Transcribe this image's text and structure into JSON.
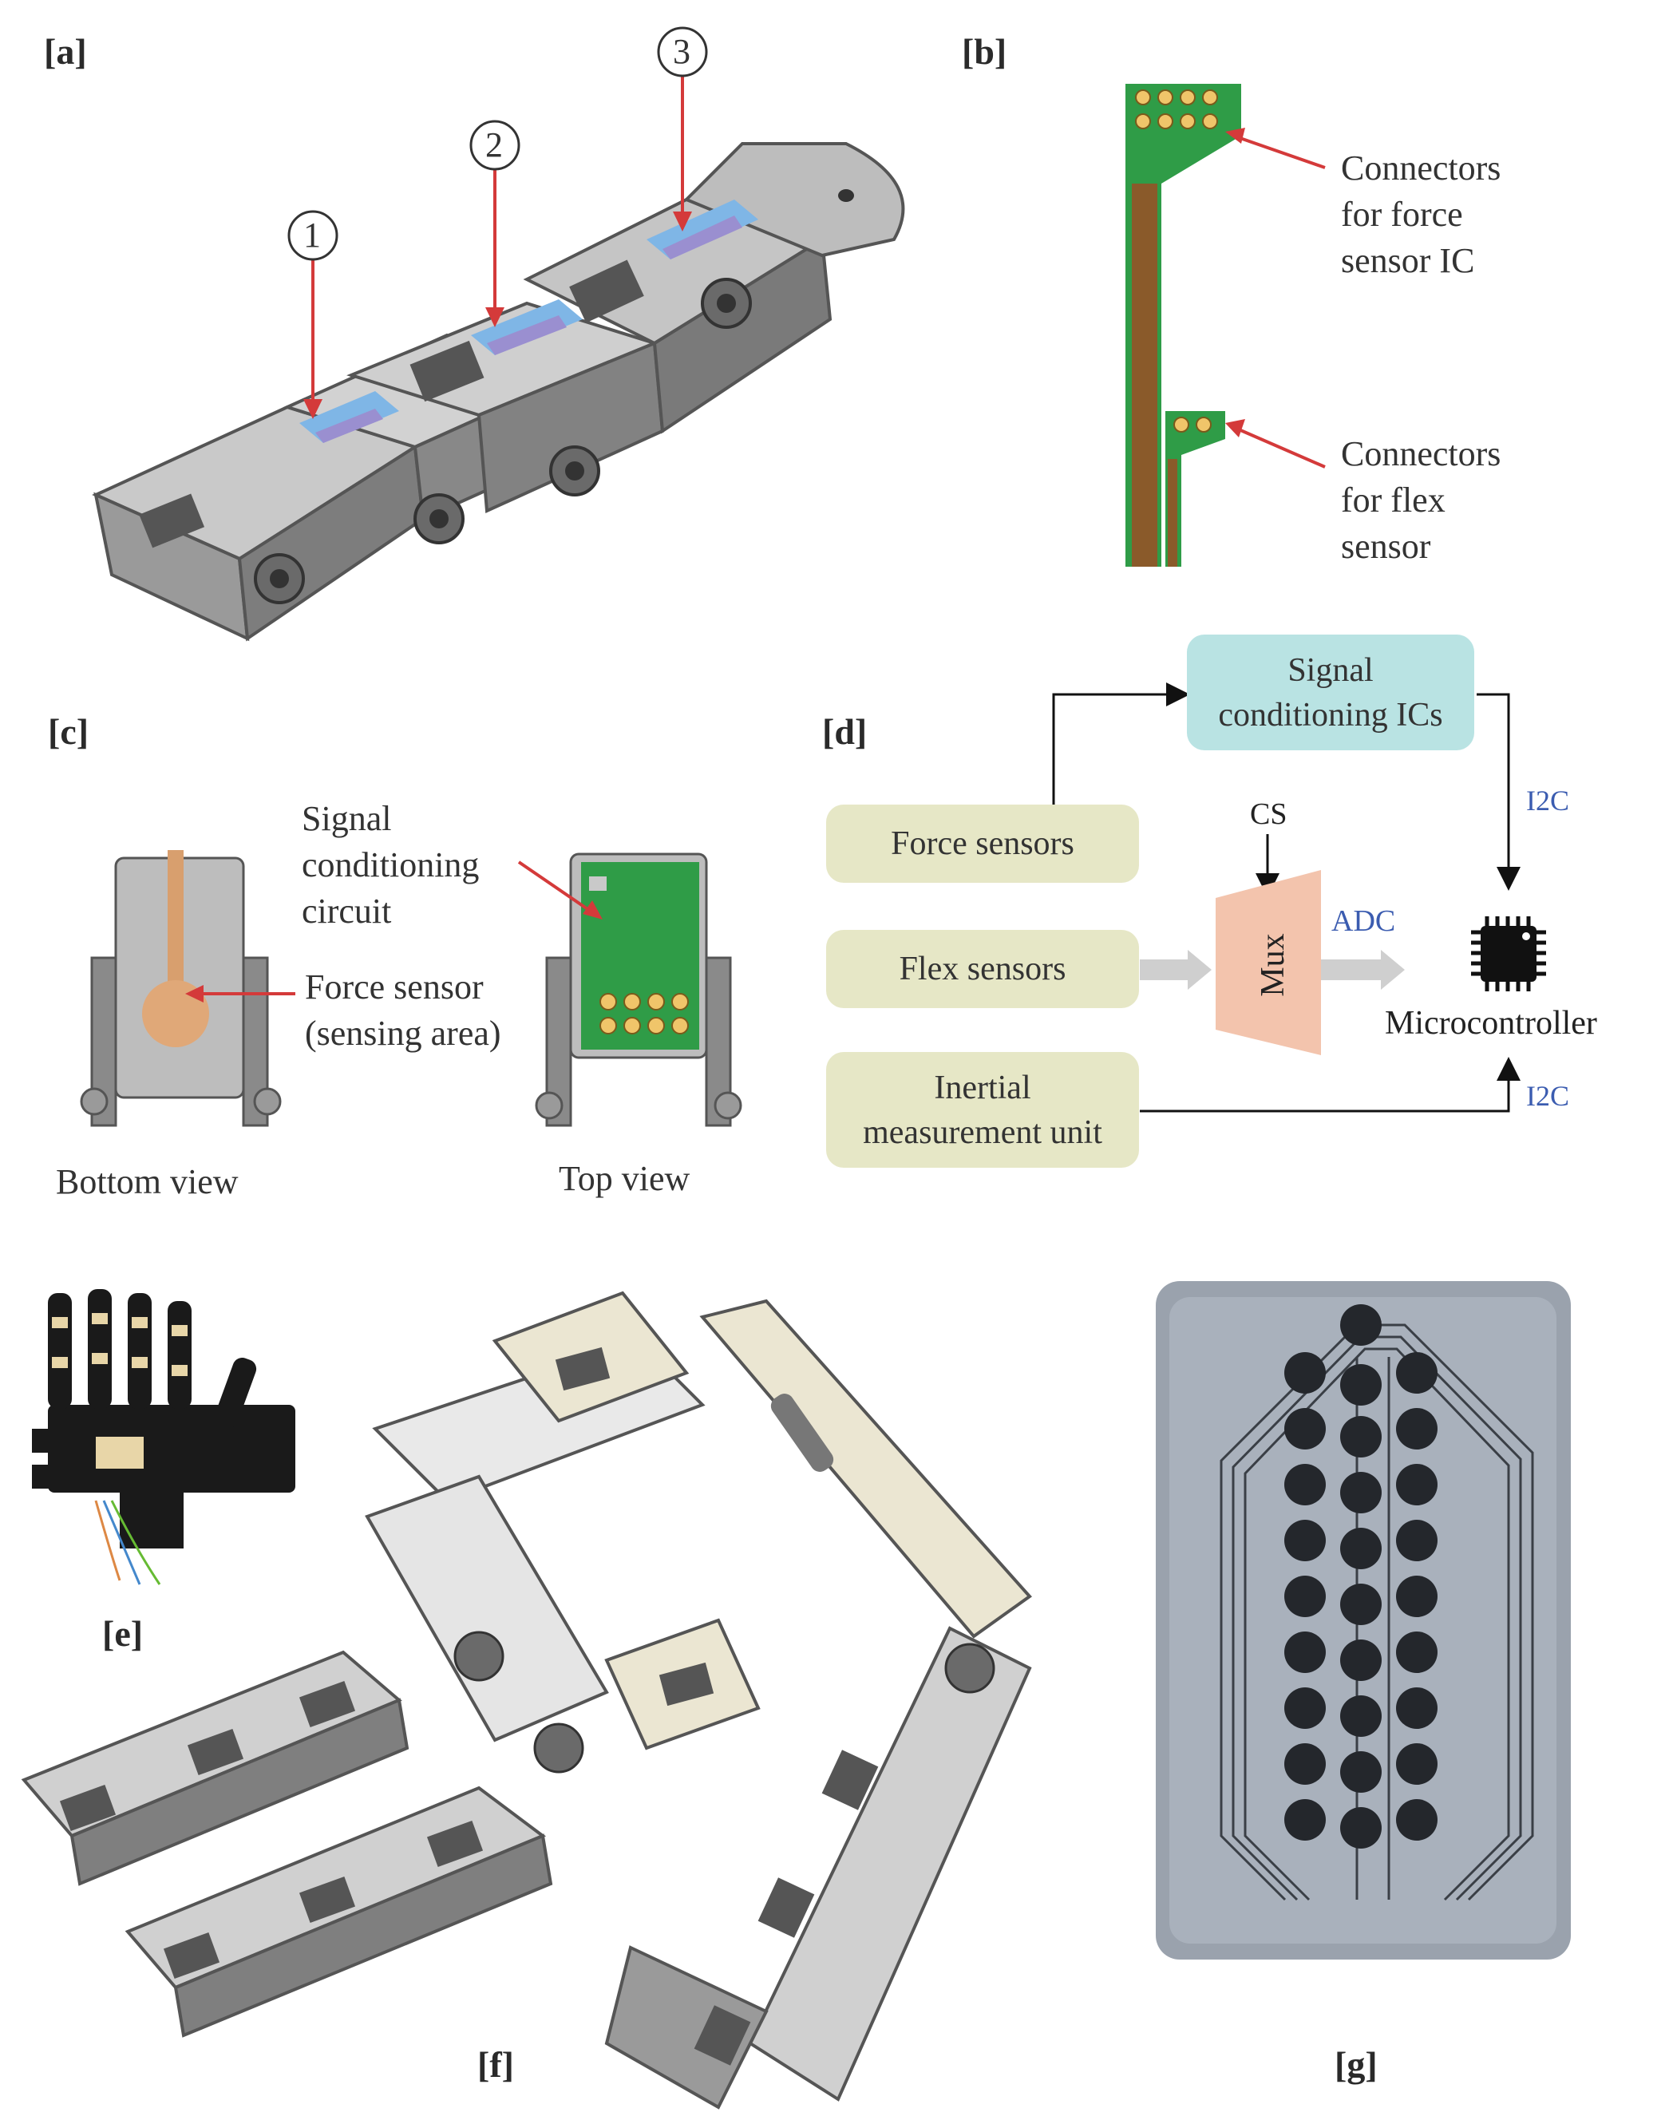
{
  "panels": {
    "a": {
      "label": "[a]",
      "callouts": [
        "1",
        "2",
        "3"
      ]
    },
    "b": {
      "label": "[b]",
      "annotations": [
        "Connectors",
        "for force",
        "sensor IC",
        "Connectors",
        "for flex",
        "sensor"
      ]
    },
    "c": {
      "label": "[c]",
      "signal_lines": [
        "Signal",
        "conditioning",
        "circuit"
      ],
      "force_lines": [
        "Force sensor",
        "(sensing area)"
      ],
      "bottom_view": "Bottom view",
      "top_view": "Top view"
    },
    "d": {
      "label": "[d]",
      "force_sensors": "Force sensors",
      "flex_sensors": "Flex sensors",
      "imu_line1": "Inertial",
      "imu_line2": "measurement unit",
      "signal_line1": "Signal",
      "signal_line2": "conditioning ICs",
      "mux": "Mux",
      "cs": "CS",
      "adc": "ADC",
      "i2c_top": "I2C",
      "i2c_bottom": "I2C",
      "microcontroller": "Microcontroller"
    },
    "e": {
      "label": "[e]"
    },
    "f": {
      "label": "[f]"
    },
    "g": {
      "label": "[g]"
    }
  },
  "colors": {
    "pcb_green": "#2f9c47",
    "pcb_trace": "#8a5a2a",
    "sensor_blue": "#7fb6e6",
    "sensor_purple": "#9a8fd0",
    "box_green": "#e6e7c6",
    "box_cyan": "#b9e3e3",
    "mux_fill": "#f3c4ad",
    "arrow_red": "#d43a3a"
  }
}
